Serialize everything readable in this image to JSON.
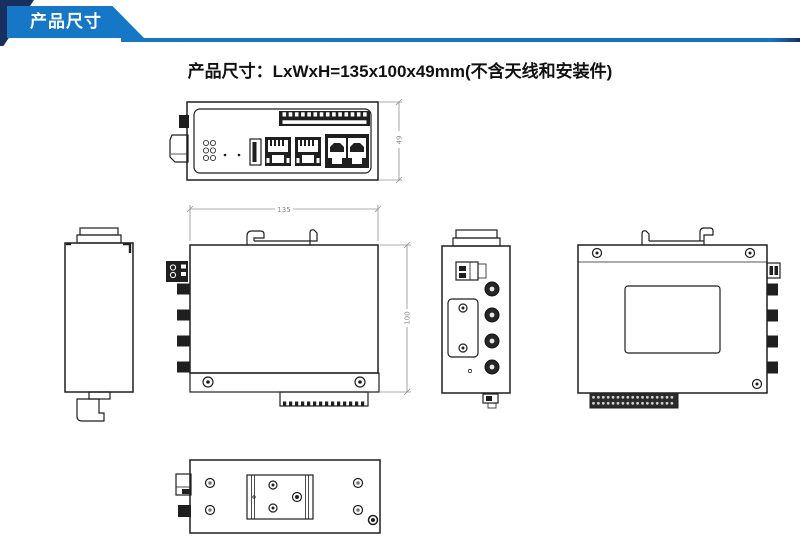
{
  "header": {
    "banner_label": "产品尺寸"
  },
  "title": "产品尺寸：LxWxH=135x100x49mm(不含天线和安装件)",
  "colors": {
    "banner_blue": "#1577c5",
    "banner_navy": "#17305f",
    "drawing_line": "#1f1f1f",
    "dimension_gray": "#909090"
  },
  "drawings": {
    "overall_dimensions_mm": {
      "length": "135",
      "width": "100",
      "height": "49"
    },
    "front_view": {
      "width_label": "135",
      "height_label": "100"
    },
    "top_view": {
      "depth_label": "49"
    }
  }
}
